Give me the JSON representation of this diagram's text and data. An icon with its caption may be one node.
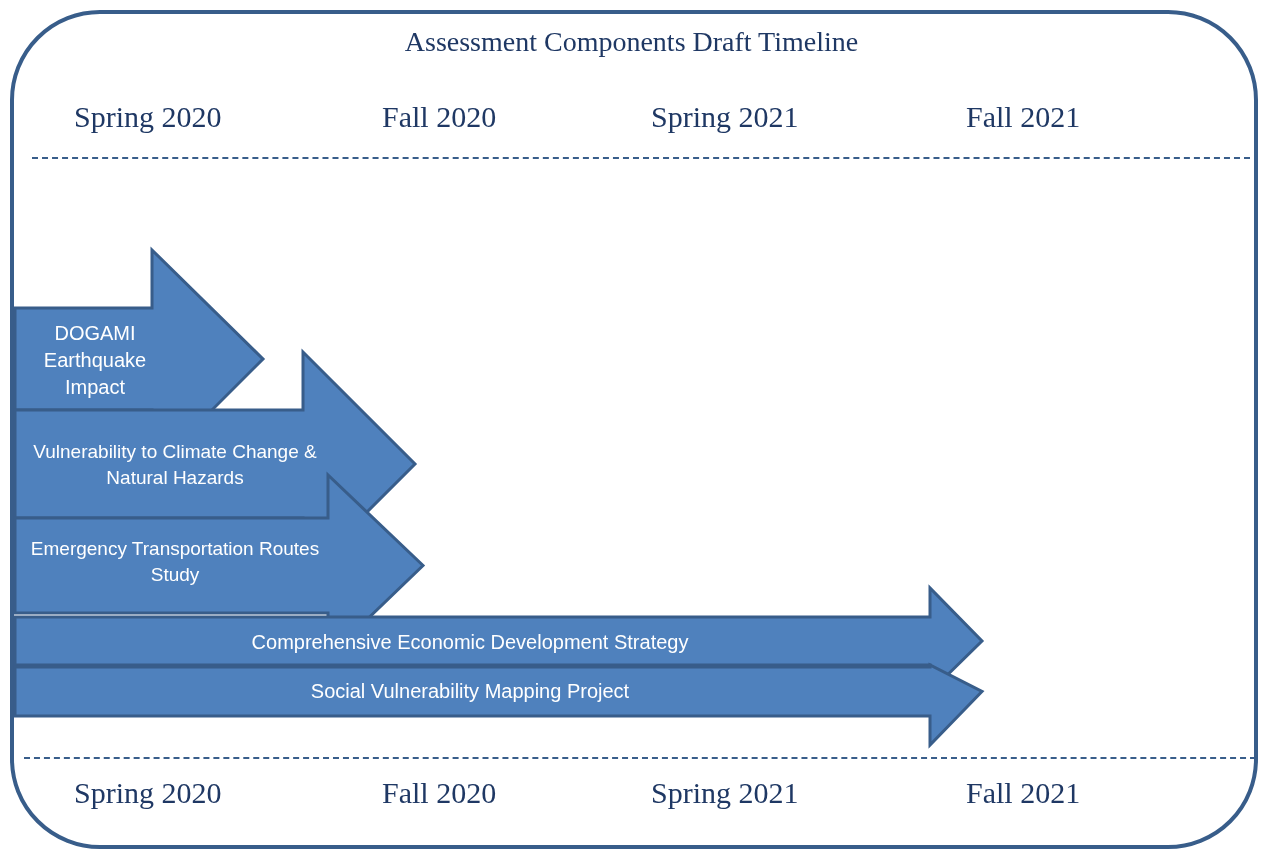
{
  "diagram": {
    "title": "Assessment Components Draft Timeline",
    "nodes": [
      {
        "text": [
          "DOGAMI Earthquake Impact"
        ]
      },
      {
        "text": [
          "Vulnerability to Climate Change & Natural Hazards"
        ]
      },
      {
        "text": [
          "Emergency Transportation Routes Study"
        ]
      },
      {
        "text": [
          "Comprehensive Economic Development Strategy"
        ]
      },
      {
        "text": [
          "Social Vulnerability Mapping Project"
        ]
      }
    ],
    "labels": [
      "Spring 2020",
      "Fall 2020",
      "Spring 2021",
      "Fall 2021",
      "Spring 2020",
      "Fall 2020",
      "Spring 2021",
      "Fall 2021"
    ]
  }
}
